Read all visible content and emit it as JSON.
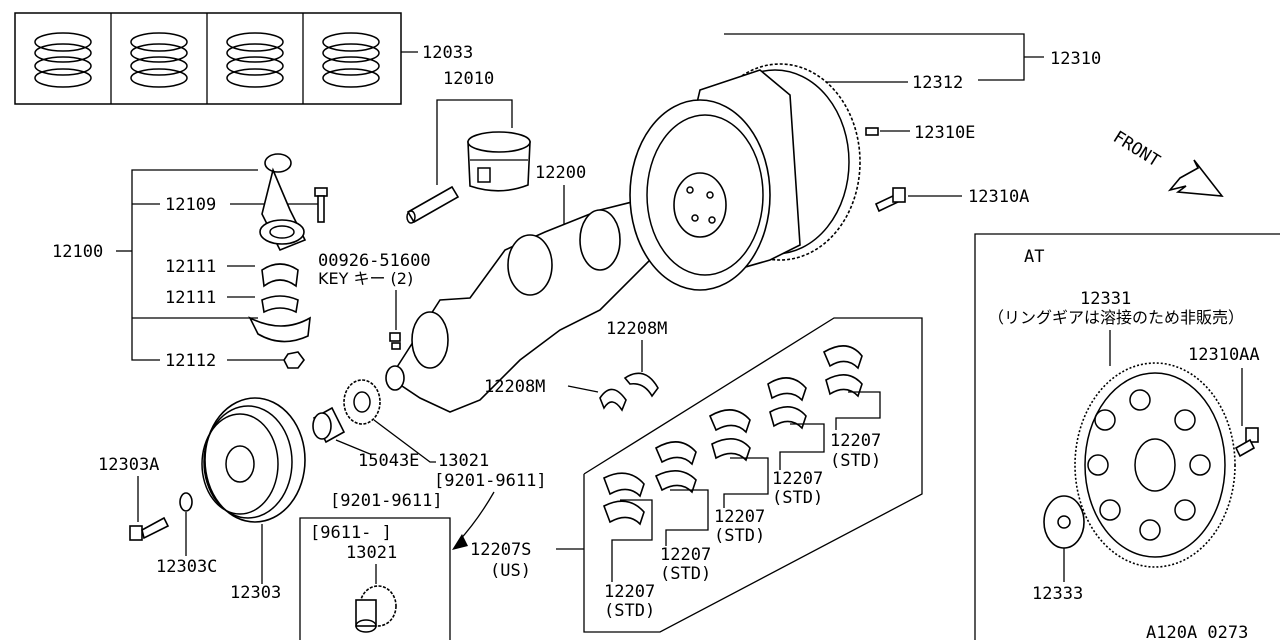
{
  "labels": {
    "p12033": "12033",
    "p12010": "12010",
    "p12200": "12200",
    "p12310": "12310",
    "p12312": "12312",
    "p12310E": "12310E",
    "p12310A": "12310A",
    "front": "FRONT",
    "p12109": "12109",
    "p12100": "12100",
    "p12111a": "12111",
    "p12111b": "12111",
    "p12112": "12112",
    "key_part": "00926-51600",
    "key_desc": "KEY キー  (2)",
    "p12208M_top": "12208M",
    "p12208M_left": "12208M",
    "p13021": "13021",
    "p13021_range": "[9201-9611]",
    "p15043E": "15043E",
    "p15043E_range": "[9201-9611]",
    "p12303A": "12303A",
    "p12303C": "12303C",
    "p12303": "12303",
    "inset_range": "[9611-     ]",
    "inset_part": "13021",
    "p12207S": "12207S",
    "p12207S_note": "(US)",
    "std1_num": "12207",
    "std1_note": "(STD)",
    "std2_num": "12207",
    "std2_note": "(STD)",
    "std3_num": "12207",
    "std3_note": "(STD)",
    "std4_num": "12207",
    "std4_note": "(STD)",
    "std5_num": "12207",
    "std5_note": "(STD)",
    "at_title": "AT",
    "p12331": "12331",
    "p12331_note": "（リングギアは溶接のため非販売）",
    "p12310AA": "12310AA",
    "p12333": "12333",
    "drawing_code": "A120A 0273"
  }
}
